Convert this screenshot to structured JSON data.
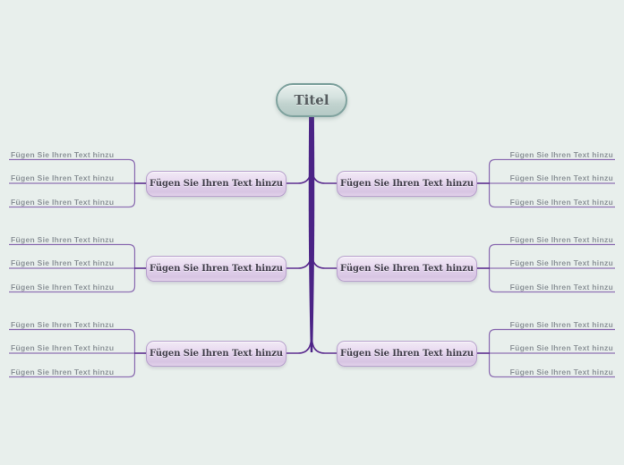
{
  "mindmap": {
    "root": "Titel",
    "groups": [
      {
        "side": "left",
        "row": 1,
        "node": "Fügen Sie Ihren Text hinzu",
        "children": [
          "Fügen Sie Ihren Text hinzu",
          "Fügen Sie Ihren Text hinzu",
          "Fügen Sie Ihren Text hinzu"
        ]
      },
      {
        "side": "right",
        "row": 1,
        "node": "Fügen Sie Ihren Text hinzu",
        "children": [
          "Fügen Sie Ihren Text hinzu",
          "Fügen Sie Ihren Text hinzu",
          "Fügen Sie Ihren Text hinzu"
        ]
      },
      {
        "side": "left",
        "row": 2,
        "node": "Fügen Sie Ihren Text hinzu",
        "children": [
          "Fügen Sie Ihren Text hinzu",
          "Fügen Sie Ihren Text hinzu",
          "Fügen Sie Ihren Text hinzu"
        ]
      },
      {
        "side": "right",
        "row": 2,
        "node": "Fügen Sie Ihren Text hinzu",
        "children": [
          "Fügen Sie Ihren Text hinzu",
          "Fügen Sie Ihren Text hinzu",
          "Fügen Sie Ihren Text hinzu"
        ]
      },
      {
        "side": "left",
        "row": 3,
        "node": "Fügen Sie Ihren Text hinzu",
        "children": [
          "Fügen Sie Ihren Text hinzu",
          "Fügen Sie Ihren Text hinzu",
          "Fügen Sie Ihren Text hinzu"
        ]
      },
      {
        "side": "right",
        "row": 3,
        "node": "Fügen Sie Ihren Text hinzu",
        "children": [
          "Fügen Sie Ihren Text hinzu",
          "Fügen Sie Ihren Text hinzu",
          "Fügen Sie Ihren Text hinzu"
        ]
      }
    ],
    "colors": {
      "background": "#e8efec",
      "trunk": "#4b2386",
      "branch_line": "#5d2e90",
      "child_line": "#8e70b3",
      "root_fill_top": "#e7efed",
      "root_fill_bottom": "#b5c9c5",
      "root_border": "#7fa29e",
      "box_fill_top": "#f2eaf6",
      "box_fill_bottom": "#d8c5e3",
      "box_border": "#b7a0cc",
      "box_text": "#45424e",
      "child_text": "#8d9499"
    }
  }
}
